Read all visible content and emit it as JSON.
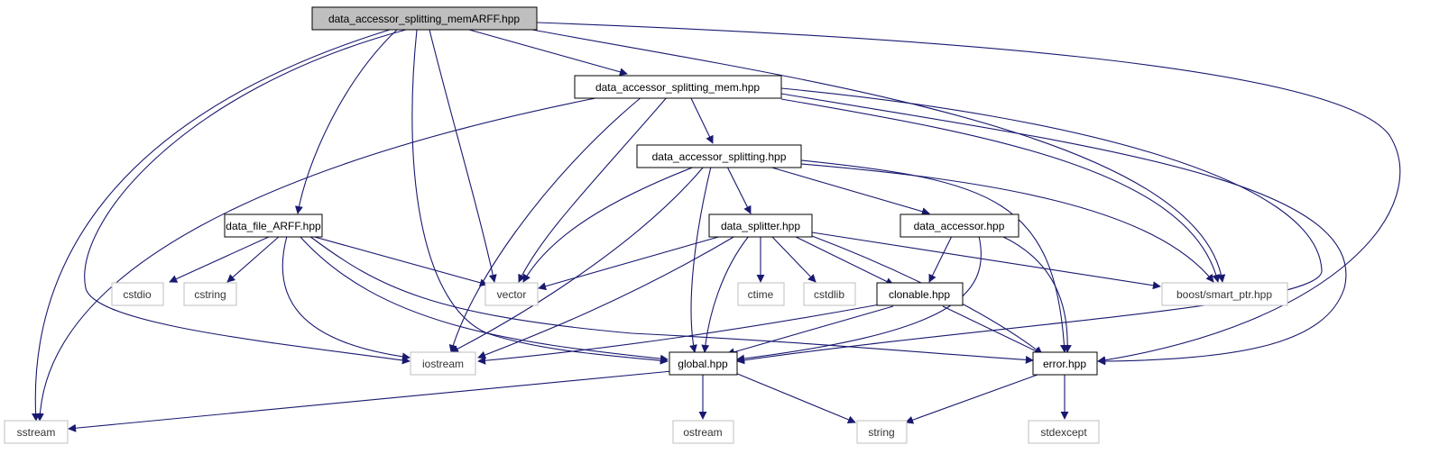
{
  "colors": {
    "edge": "#191970",
    "main_fill": "#bfbfbf",
    "local_border": "#000000",
    "external_border": "#bfbfbf"
  },
  "nodes": {
    "main": "data_accessor_splitting_memARFF.hpp",
    "mem": "data_accessor_splitting_mem.hpp",
    "splitting": "data_accessor_splitting.hpp",
    "arff": "data_file_ARFF.hpp",
    "splitter": "data_splitter.hpp",
    "accessor": "data_accessor.hpp",
    "cstdio": "cstdio",
    "cstring": "cstring",
    "vector": "vector",
    "ctime": "ctime",
    "cstdlib": "cstdlib",
    "clonable": "clonable.hpp",
    "smartptr": "boost/smart_ptr.hpp",
    "iostream": "iostream",
    "global": "global.hpp",
    "error": "error.hpp",
    "sstream": "sstream",
    "ostream": "ostream",
    "string": "string",
    "stdexcept": "stdexcept"
  }
}
